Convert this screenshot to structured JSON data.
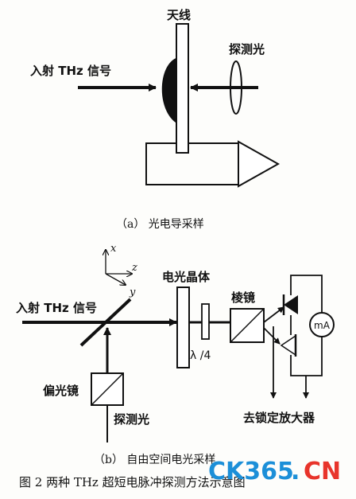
{
  "part_a": {
    "antenna": "天线",
    "incident": "入射 THz 信号",
    "probe": "探测光",
    "caption": "（a）  光电导采样"
  },
  "part_b": {
    "axis_x": "x",
    "axis_y": "y",
    "axis_z": "z",
    "crystal": "电光晶体",
    "incident": "入射 THz 信号",
    "prism": "棱镜",
    "quarter_wave": "λ /4",
    "meter": "mA",
    "polarizer": "偏光镜",
    "probe": "探测光",
    "lockin": "去锁定放大器",
    "caption": "（b）  自由空间电光采样"
  },
  "figure_caption": "图 2   两种 THz 超短电脉冲探测方法示意图",
  "watermark": {
    "left": "CK365",
    "right": "CN"
  }
}
